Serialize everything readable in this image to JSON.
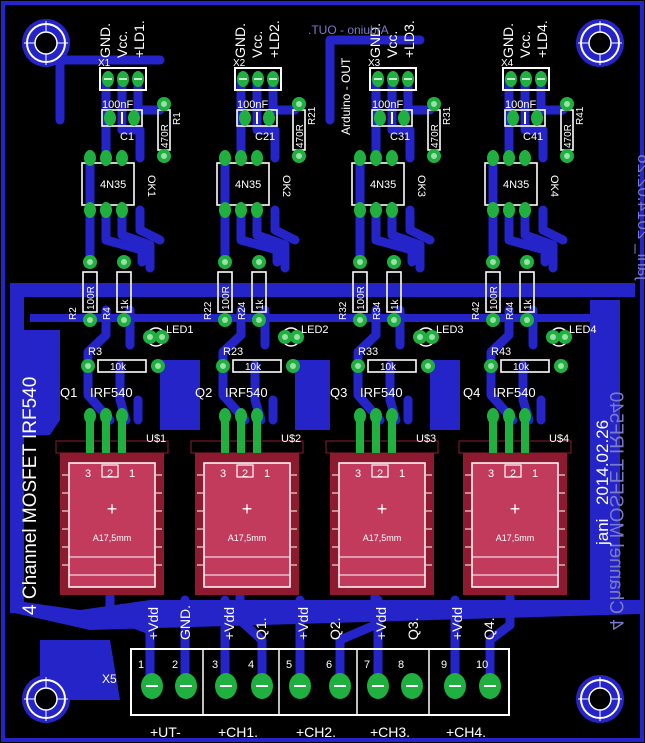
{
  "board": {
    "title": "4 Channel MOSFET IRF540",
    "mirror_title": "4 Channel MOSFET IRF540",
    "author": "jani",
    "date": "2014.02.26",
    "mirror_date": "jani_ 2014.02.26",
    "arduino_label": "Arduino - OUT",
    "mirror_top": ".TUO - oniubrA"
  },
  "input_headers": [
    {
      "ref": "X1",
      "gnd": "GND.",
      "vcc": "Vcc.",
      "ld": "+LD1."
    },
    {
      "ref": "X2",
      "gnd": "GND.",
      "vcc": "Vcc.",
      "ld": "+LD2."
    },
    {
      "ref": "X3",
      "gnd": "GND.",
      "vcc": "Vcc.",
      "ld": "+LD3."
    },
    {
      "ref": "X4",
      "gnd": "GND.",
      "vcc": "Vcc.",
      "ld": "+LD4."
    }
  ],
  "capacitors": [
    {
      "ref": "C1",
      "value": "100nF"
    },
    {
      "ref": "C21",
      "value": "100nF"
    },
    {
      "ref": "C31",
      "value": "100nF"
    },
    {
      "ref": "C41",
      "value": "100nF"
    }
  ],
  "top_resistors": [
    {
      "ref": "R1",
      "value": "470R"
    },
    {
      "ref": "R21",
      "value": "470R"
    },
    {
      "ref": "R31",
      "value": "470R"
    },
    {
      "ref": "R41",
      "value": "470R"
    }
  ],
  "optocouplers": [
    {
      "ref": "OK1",
      "value": "4N35"
    },
    {
      "ref": "OK2",
      "value": "4N35"
    },
    {
      "ref": "OK3",
      "value": "4N35"
    },
    {
      "ref": "OK4",
      "value": "4N35"
    }
  ],
  "gate_resistors": [
    {
      "ref": "R2",
      "value": "100R"
    },
    {
      "ref": "R22",
      "value": "100R"
    },
    {
      "ref": "R32",
      "value": "100R"
    },
    {
      "ref": "R42",
      "value": "100R"
    }
  ],
  "led_resistors": [
    {
      "ref": "R4",
      "value": "1k"
    },
    {
      "ref": "R24",
      "value": "1k"
    },
    {
      "ref": "R34",
      "value": "1k"
    },
    {
      "ref": "R44",
      "value": "1k"
    }
  ],
  "leds": [
    "LED1",
    "LED2",
    "LED3",
    "LED4"
  ],
  "pulldown_resistors": [
    {
      "ref": "R3",
      "value": "10k"
    },
    {
      "ref": "R23",
      "value": "10k"
    },
    {
      "ref": "R33",
      "value": "10k"
    },
    {
      "ref": "R43",
      "value": "10k"
    }
  ],
  "mosfets": [
    {
      "ref": "Q1",
      "value": "IRF540",
      "heatsink": "U$1"
    },
    {
      "ref": "Q2",
      "value": "IRF540",
      "heatsink": "U$2"
    },
    {
      "ref": "Q3",
      "value": "IRF540",
      "heatsink": "U$3"
    },
    {
      "ref": "Q4",
      "value": "IRF540",
      "heatsink": "U$4"
    }
  ],
  "heatsink": {
    "size": "A17,5mm",
    "pins": [
      "3",
      "2",
      "1"
    ],
    "mark": "+"
  },
  "output_terminal": {
    "ref": "X5",
    "pin_labels": [
      "+Vdd",
      "GND.",
      "+Vdd",
      "Q1.",
      "+Vdd",
      "Q2.",
      "+Vdd",
      "Q3.",
      "+Vdd",
      "Q4."
    ],
    "pin_numbers": [
      "1",
      "2",
      "3",
      "4",
      "5",
      "6",
      "7",
      "8",
      "9",
      "10"
    ],
    "bottom_labels": [
      "+UT-",
      "+CH1.",
      "+CH2.",
      "+CH3.",
      "+CH4."
    ]
  },
  "colors": {
    "background": "#000000",
    "copper": "#2424c8",
    "pad": "#1fb040",
    "silk": "#ffffff",
    "heatsink": "#c23a5c",
    "keepout": "#8e1a30"
  }
}
